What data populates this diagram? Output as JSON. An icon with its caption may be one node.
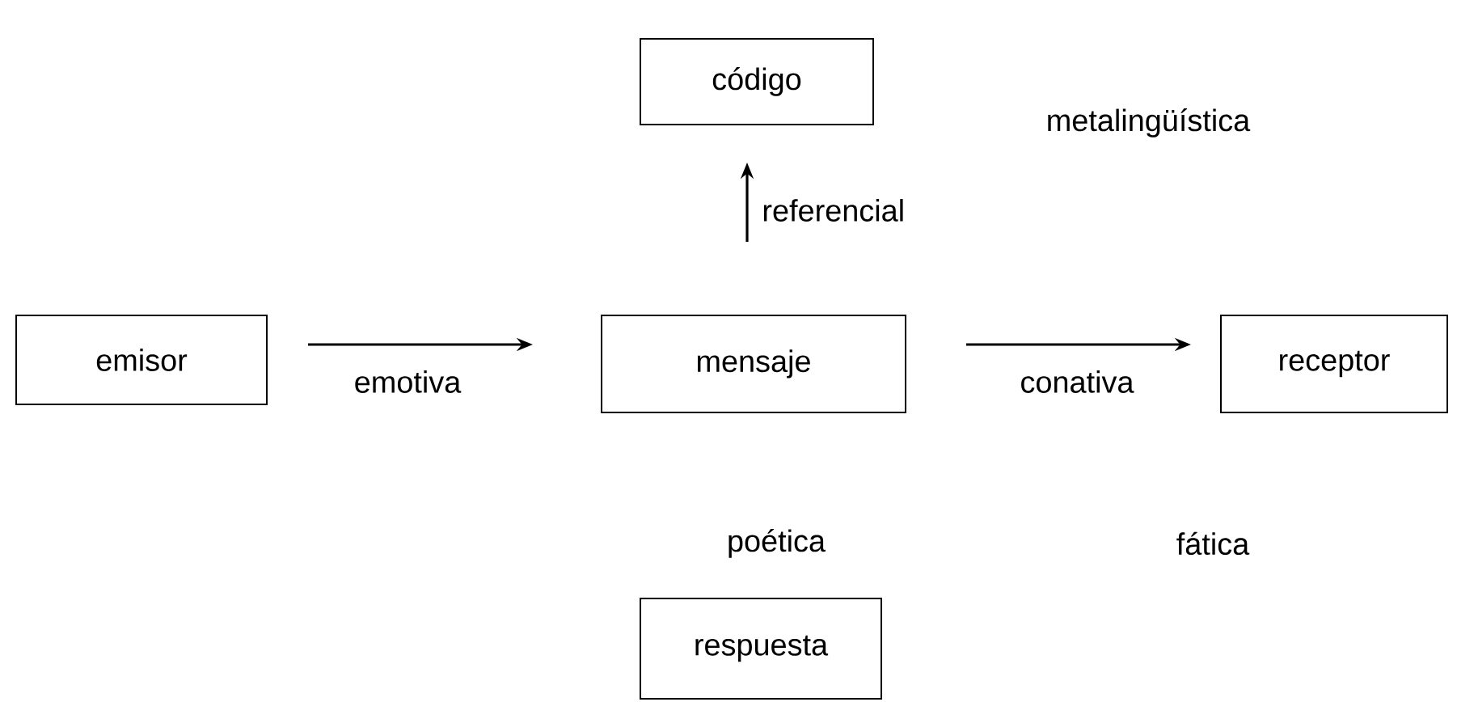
{
  "diagram": {
    "nodes": [
      {
        "text": [
          "código"
        ]
      },
      {
        "text": [
          "emisor"
        ]
      },
      {
        "text": [
          "mensaje"
        ]
      },
      {
        "text": [
          "receptor"
        ]
      },
      {
        "text": [
          "respuesta"
        ]
      }
    ],
    "edges": [
      {
        "from": 1,
        "to": 2,
        "arrow": "to",
        "label": "emotiva"
      },
      {
        "from": 2,
        "to": 3,
        "arrow": "to",
        "label": "conativa"
      },
      {
        "from": 2,
        "to": 0,
        "arrow": "to",
        "label": "referencial"
      }
    ],
    "labels": [
      "metalingüística",
      "poética",
      "fática"
    ]
  }
}
